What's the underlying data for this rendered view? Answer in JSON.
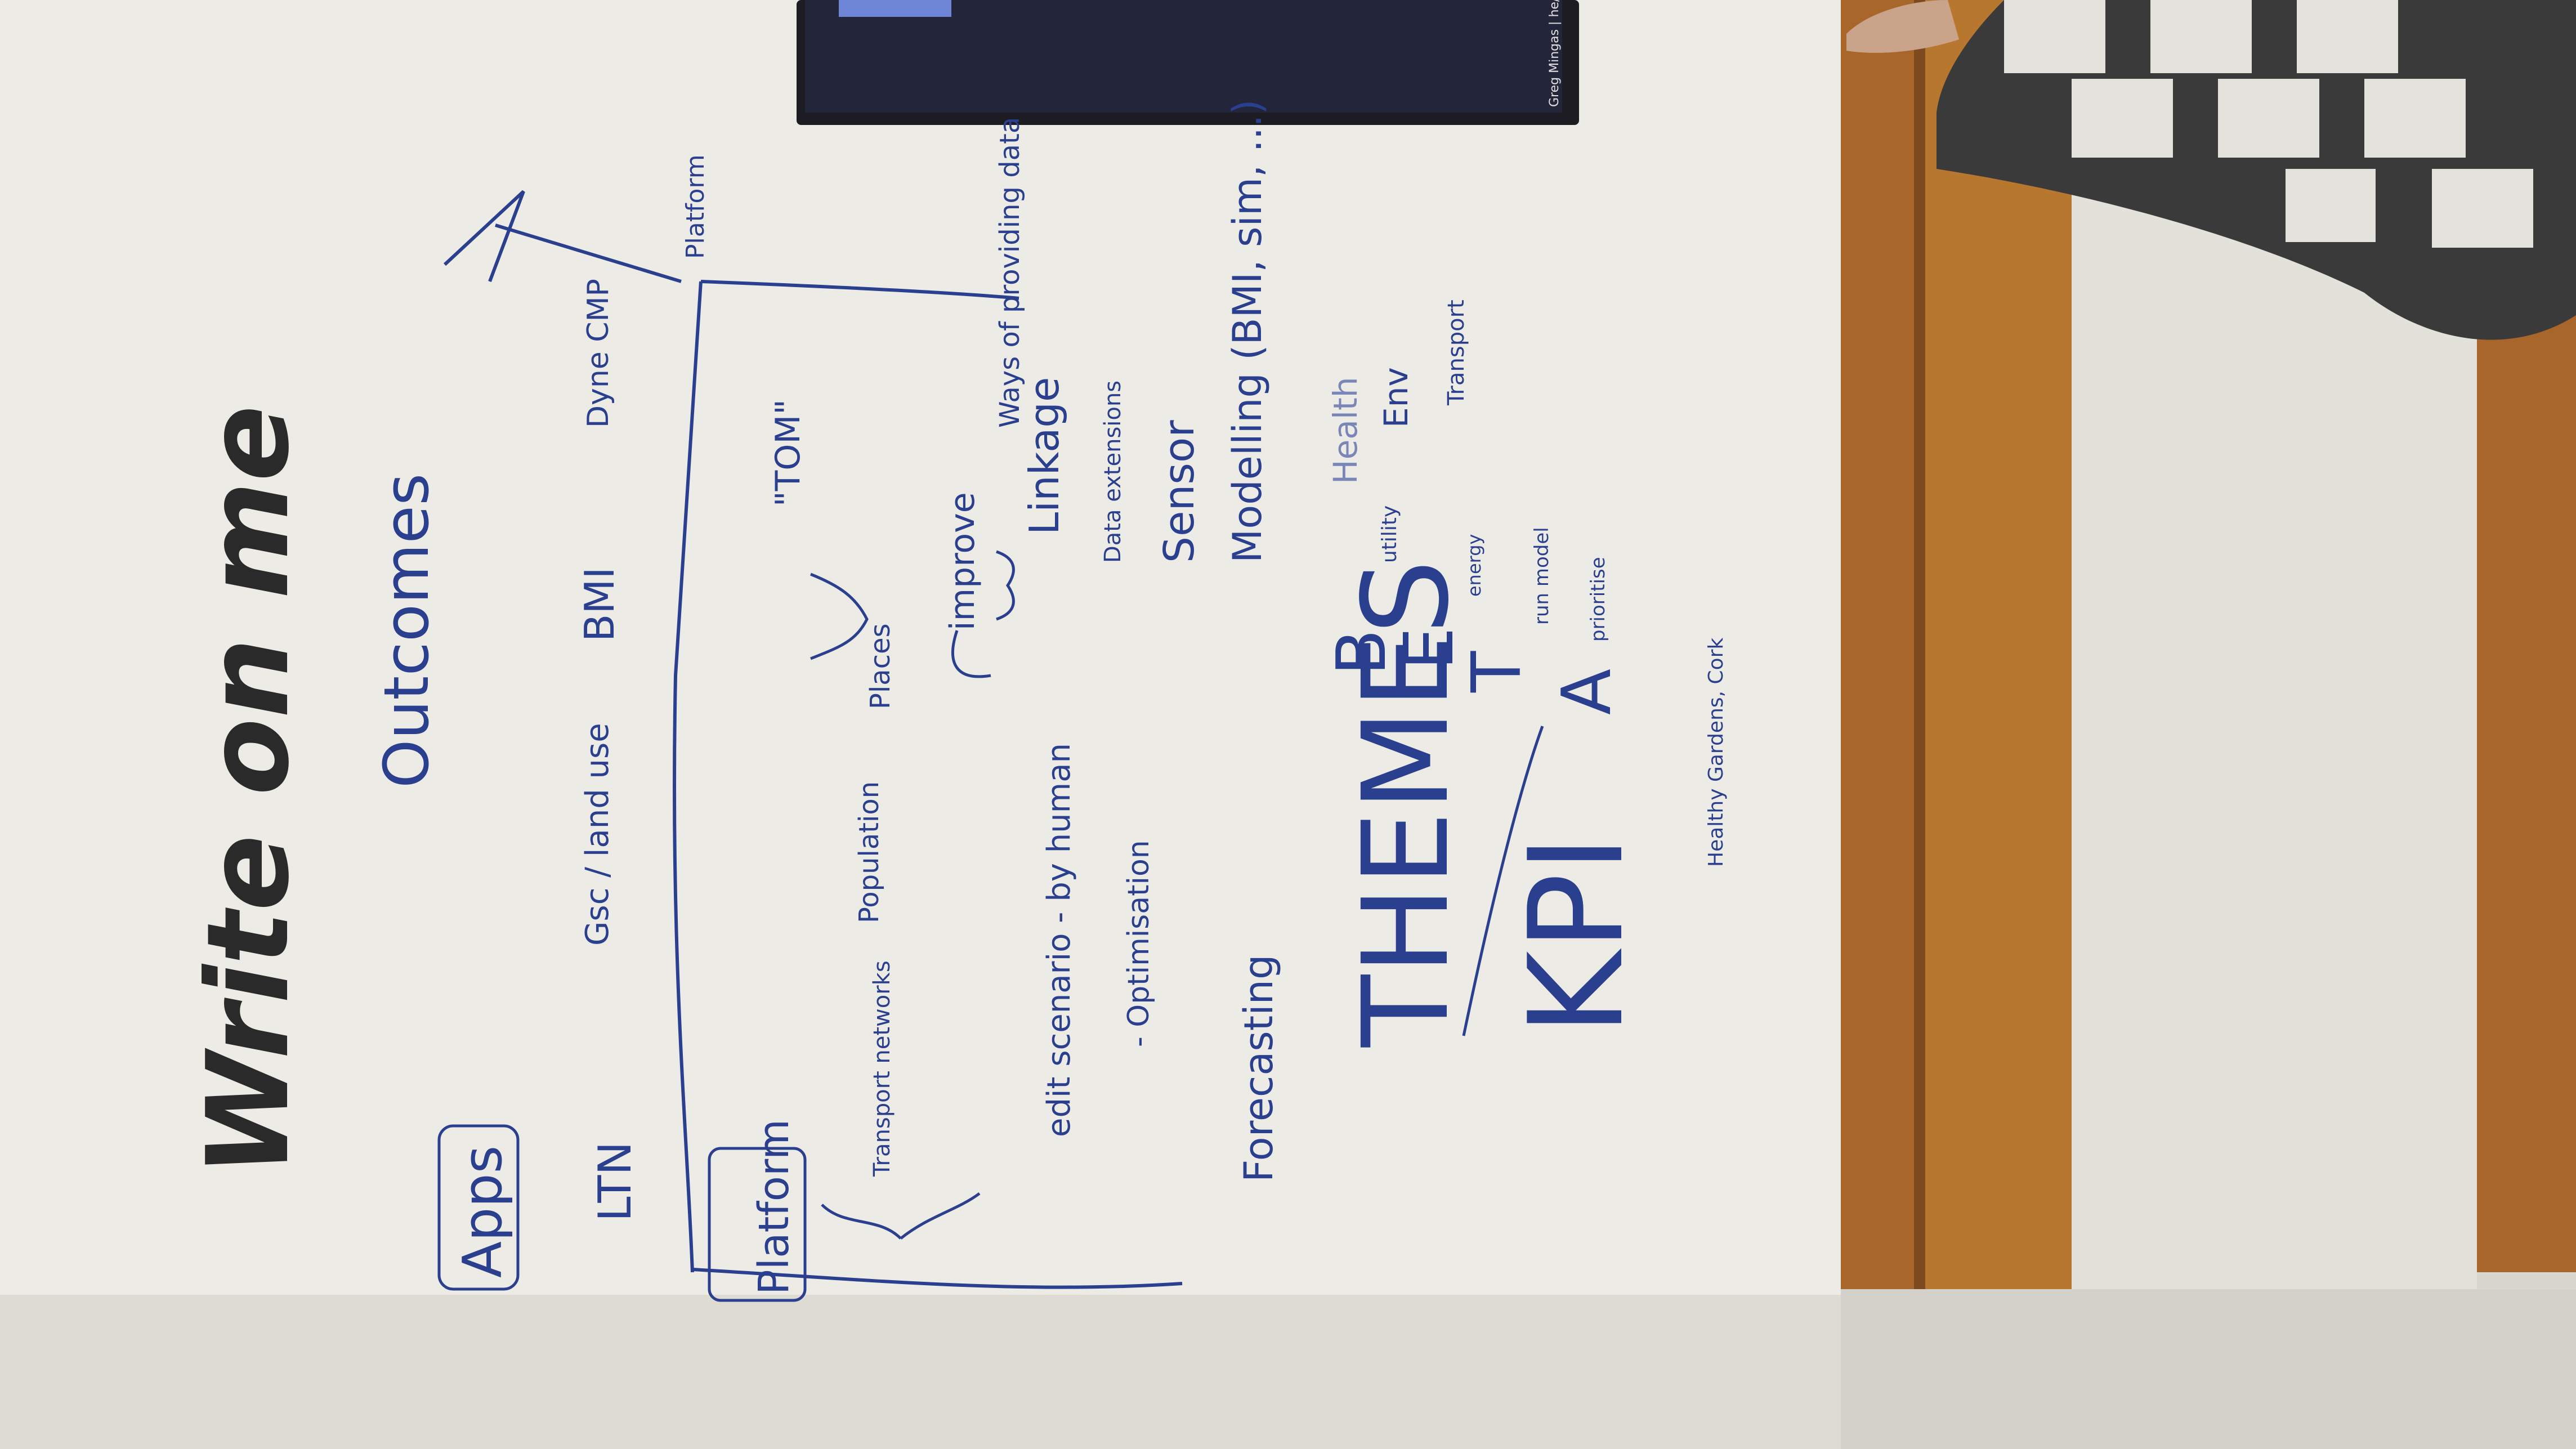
{
  "wall_print": {
    "slogan": "Write on me"
  },
  "board": {
    "ink_color": "#2b3f8f",
    "faint_ink_color": "#7b86b8",
    "axis": {
      "bottom_label": "Apps",
      "top_label": "Platform",
      "title": "Outcomes"
    },
    "apps_row": [
      "LTN",
      "Gsc / land use",
      "BMI",
      "Dyne CMP"
    ],
    "platform_box": "Platform",
    "platform_items": [
      "Transport networks",
      "Population",
      "Places",
      "\"TOM\""
    ],
    "edit_scenario": {
      "main": "edit scenario - by human",
      "sub": "- Optimisation"
    },
    "improve_label": "improve",
    "improve_items": [
      "Linkage",
      "Data extensions",
      "Ways of providing data"
    ],
    "forecasting": "Forecasting",
    "sensor": "Sensor",
    "modelling": "Modelling (BMI, sim, ...)",
    "themes": "THEMES",
    "kpi": "KPI",
    "theme_faint": "Health",
    "theme_env": "Env",
    "theme_transport": "Transport",
    "beta_letters": [
      "B",
      "E",
      "T",
      "A"
    ],
    "beta_words": [
      "utility",
      "energy",
      "run model",
      "prioritise"
    ],
    "healthy_note": "Healthy Gardens, Cork"
  },
  "tv": {
    "caption": "Greg Mingas | he/him"
  }
}
